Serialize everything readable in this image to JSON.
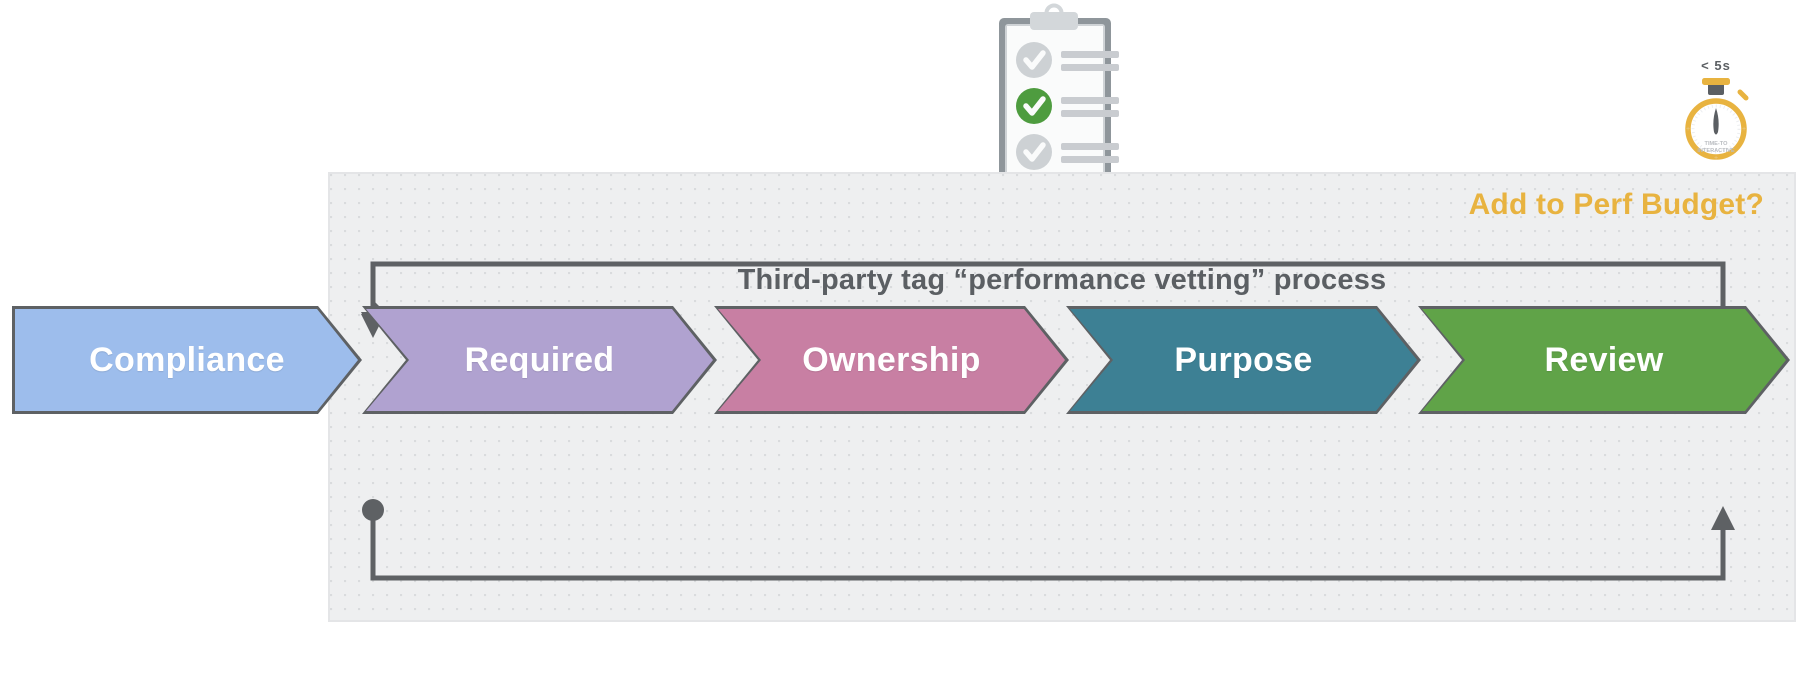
{
  "panel": {
    "perf_budget_label": "Add to Perf Budget?",
    "process_title": "Third-party tag “performance vetting” process",
    "accent_color": "#e8b340",
    "title_color": "#5b5f63",
    "background_color": "#eeeff0"
  },
  "stages": [
    {
      "id": "compliance",
      "label": "Compliance",
      "color": "#9dbdec",
      "order": 1
    },
    {
      "id": "required",
      "label": "Required",
      "color": "#b0a2d0",
      "order": 2
    },
    {
      "id": "ownership",
      "label": "Ownership",
      "color": "#c87fa3",
      "order": 3
    },
    {
      "id": "purpose",
      "label": "Purpose",
      "color": "#3d8094",
      "order": 4
    },
    {
      "id": "review",
      "label": "Review",
      "color": "#60a348",
      "order": 5
    }
  ],
  "loops": {
    "top": {
      "from": "review",
      "to": "compliance",
      "from_marker": "dot",
      "to_marker": "arrow"
    },
    "bottom": {
      "from": "compliance",
      "to": "review",
      "from_marker": "dot",
      "to_marker": "arrow"
    },
    "stroke_color": "#5e6164"
  },
  "illustrations": {
    "clipboard": {
      "name": "checklist-clipboard",
      "rows": [
        {
          "state": "unchecked",
          "check_color": "#c9cccf"
        },
        {
          "state": "checked",
          "check_color": "#4e9c3f"
        },
        {
          "state": "unchecked",
          "check_color": "#c9cccf"
        }
      ]
    },
    "stopwatch": {
      "name": "time-to-interactive-stopwatch",
      "caption": "< 5s",
      "dial_line1": "TIME-TO",
      "dial_line2": "INTERACTIVE",
      "color": "#e8b340"
    }
  }
}
